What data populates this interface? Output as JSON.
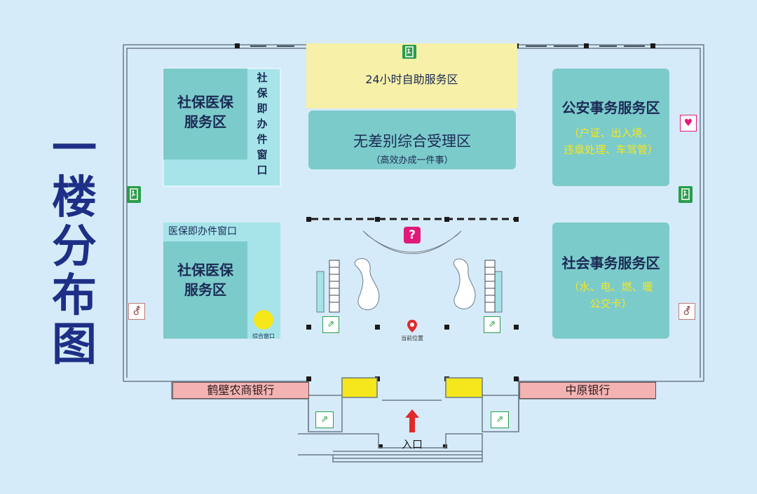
{
  "title_vertical": [
    "一",
    "楼",
    "分",
    "布",
    "图"
  ],
  "zones": {
    "shebao_top": {
      "title_lines": [
        "社保医保",
        "服务区"
      ],
      "window_label_vertical": [
        "社",
        "保",
        "即",
        "办",
        "件",
        "窗",
        "口"
      ]
    },
    "selfservice": {
      "title": "24小时自助服务区"
    },
    "acceptance": {
      "title": "无差别综合受理区",
      "subtitle": "（高效办成一件事）"
    },
    "police": {
      "title": "公安事务服务区",
      "detail_lines": [
        "（户证、出入境、",
        "违章处理、车驾管）"
      ]
    },
    "shebao_bottom": {
      "window_label": "医保即办件窗口",
      "title_lines": [
        "社保医保",
        "服务区"
      ],
      "composite_window": "综合窗口"
    },
    "social": {
      "title": "社会事务服务区",
      "detail_lines": [
        "（水、电、燃、暖",
        "公交卡）"
      ]
    }
  },
  "banks": {
    "left": "鹤壁农商银行",
    "right": "中原银行"
  },
  "entrance_label": "入口",
  "current_location_label": "当前位置",
  "colors": {
    "background": "#d6ebf9",
    "zone_teal": "#7ccbcb",
    "zone_light": "#a6e4ea",
    "self_service": "#f7f0a8",
    "bank": "#f3b3b3",
    "title_blue": "#1d2f86",
    "accent_yellow": "#f5e71c",
    "help_pink": "#e0197b",
    "exit_green": "#2a9d4a"
  }
}
